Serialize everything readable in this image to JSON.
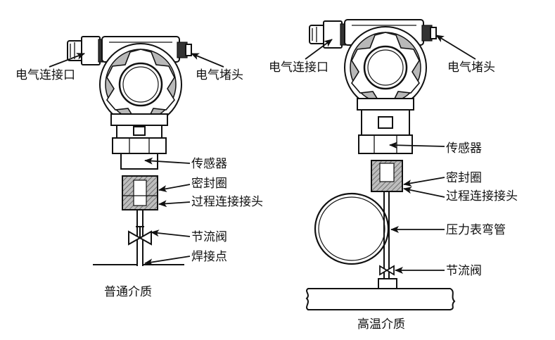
{
  "left": {
    "electric_port": "电气连接口",
    "electric_plug": "电气堵头",
    "sensor": "传感器",
    "seal_ring": "密封圈",
    "process_joint": "过程连接接头",
    "throttle_valve": "节流阀",
    "weld_point": "焊接点",
    "caption": "普通介质"
  },
  "right": {
    "electric_port": "电气连接口",
    "electric_plug": "电气堵头",
    "sensor": "传感器",
    "seal_ring": "密封圈",
    "process_joint": "过程连接接头",
    "pressure_coil": "压力表弯管",
    "throttle_valve": "节流阀",
    "caption": "高温介质"
  }
}
